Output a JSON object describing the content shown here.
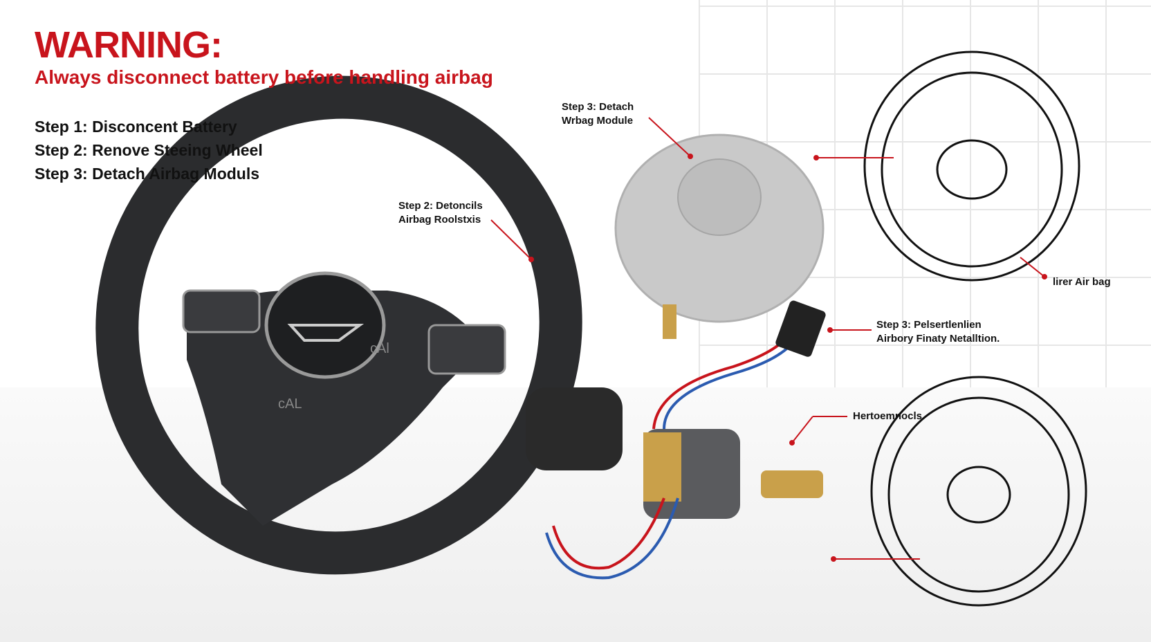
{
  "warning": {
    "title": "WARNING:",
    "subtitle": "Always disconnect battery before handling airbag"
  },
  "steps": [
    "Step 1: Disconcent Battery",
    "Step 2: Renove Steeing Wheel",
    "Step 3: Detach Airbag Moduls"
  ],
  "callouts": {
    "step3_detach": [
      "Step 3: Detach",
      "Wrbag Module"
    ],
    "step2": [
      "Step 2: Detoncils",
      "Airbag Roolstxis"
    ],
    "liner_airbag": "lirer Air bag",
    "step3_final": [
      "Step 3: Pelsertlenlien",
      "Airbory Finaty Netalltion."
    ],
    "hertoemnocls": "Hertoemnocls"
  },
  "wheel_markings": [
    "cAL",
    "cAl"
  ],
  "colors": {
    "warning": "#c8141c",
    "leader": "#c8141c",
    "wheel": "#2b2c2e",
    "airbag": "#c9c9c9",
    "brass": "#c9a04a"
  }
}
